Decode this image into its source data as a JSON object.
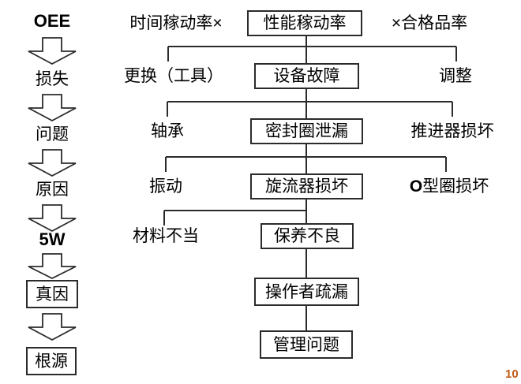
{
  "diagram": {
    "title_implicit": "OEE 损失分析 5W 根源追溯图",
    "stage_column": {
      "items": [
        {
          "label": "OEE",
          "style": "bold",
          "boxed": false
        },
        {
          "label": "损失",
          "style": "normal",
          "boxed": false
        },
        {
          "label": "问题",
          "style": "normal",
          "boxed": false
        },
        {
          "label": "原因",
          "style": "normal",
          "boxed": false
        },
        {
          "label": "5W",
          "style": "bold",
          "boxed": false
        },
        {
          "label": "真因",
          "style": "normal",
          "boxed": true
        },
        {
          "label": "根源",
          "style": "normal",
          "boxed": true
        }
      ],
      "arrow_count": 6,
      "arrow_icon": "down-block-arrow-icon"
    },
    "rows": [
      {
        "row_id": "oee-formula",
        "left": {
          "label": "时间稼动率×",
          "boxed": false
        },
        "center": {
          "label": "性能稼动率",
          "boxed": true
        },
        "right": {
          "label": "×合格品率",
          "boxed": false
        }
      },
      {
        "row_id": "loss",
        "left": {
          "label": "更换（工具）",
          "boxed": false
        },
        "center": {
          "label": "设备故障",
          "boxed": true
        },
        "right": {
          "label": "调整",
          "boxed": false
        }
      },
      {
        "row_id": "problem",
        "left": {
          "label": "轴承",
          "boxed": false
        },
        "center": {
          "label": "密封圈泄漏",
          "boxed": true
        },
        "right": {
          "label": "推进器损坏",
          "boxed": false
        }
      },
      {
        "row_id": "cause",
        "left": {
          "label": "振动",
          "boxed": false
        },
        "center": {
          "label": "旋流器损坏",
          "boxed": true
        },
        "right": {
          "label": "O型圈损坏",
          "boxed": false,
          "bold_prefix": "O"
        }
      },
      {
        "row_id": "five-why",
        "left": {
          "label": "材料不当",
          "boxed": false
        },
        "center": {
          "label": "保养不良",
          "boxed": true
        },
        "right": null
      },
      {
        "row_id": "true-cause",
        "left": null,
        "center": {
          "label": "操作者疏漏",
          "boxed": true
        },
        "right": null
      },
      {
        "row_id": "root",
        "left": null,
        "center": {
          "label": "管理问题",
          "boxed": true
        },
        "right": null
      }
    ],
    "colors": {
      "line": "#2b2b2b",
      "text": "#000000",
      "background": "#ffffff",
      "page_number": "#c05a16"
    }
  },
  "footer": {
    "page_number": "10"
  }
}
